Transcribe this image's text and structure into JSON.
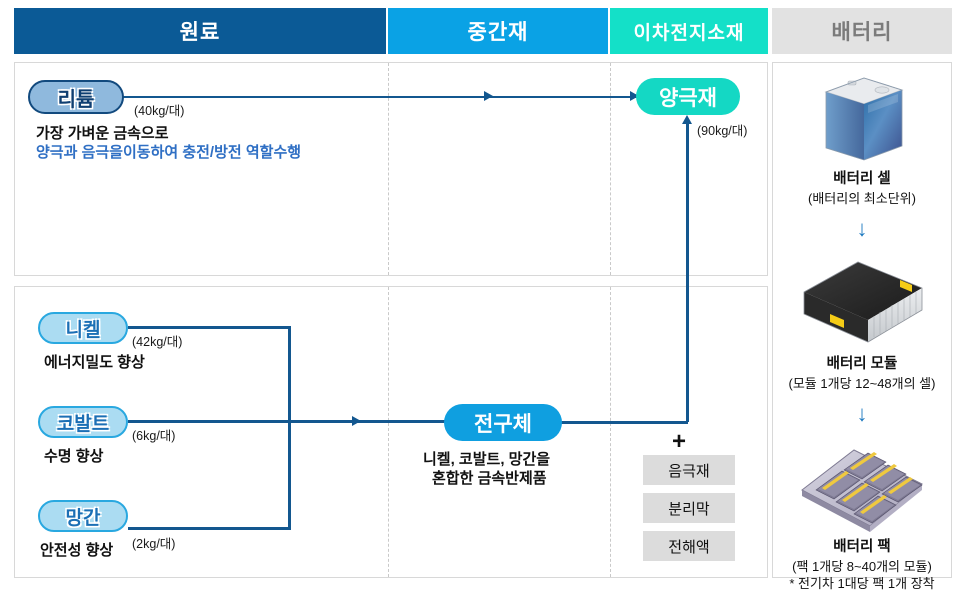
{
  "headers": [
    {
      "label": "원료",
      "color": "#0b5a96"
    },
    {
      "label": "중간재",
      "color": "#0aa2e5"
    },
    {
      "label": "이차전지소재",
      "color": "#14e0c8"
    },
    {
      "label": "배터리",
      "color": "#e2e2e2"
    }
  ],
  "raw_materials": {
    "lithium": {
      "name": "리튬",
      "qty": "(40kg/대)",
      "desc_line1": "가장 가벼운 금속으로",
      "desc_line2": "양극과 음극을이동하여 충전/방전 역할수행"
    },
    "nickel": {
      "name": "니켈",
      "qty": "(42kg/대)",
      "desc": "에너지밀도 향상"
    },
    "cobalt": {
      "name": "코발트",
      "qty": "(6kg/대)",
      "desc": "수명 향상"
    },
    "manganese": {
      "name": "망간",
      "qty": "(2kg/대)",
      "desc": "안전성 향상"
    }
  },
  "intermediate": {
    "precursor": {
      "name": "전구체",
      "desc_line1": "니켈, 코발트, 망간을",
      "desc_line2": "혼합한 금속반제품"
    }
  },
  "battery_material": {
    "cathode": {
      "name": "양극재",
      "qty": "(90kg/대)"
    },
    "plus": "+",
    "components": [
      "음극재",
      "분리막",
      "전해액"
    ]
  },
  "battery": {
    "cell": {
      "name": "배터리 셀",
      "sub": "(배터리의 최소단위)"
    },
    "module": {
      "name": "배터리 모듈",
      "sub": "(모듈 1개당 12~48개의 셀)"
    },
    "pack": {
      "name": "배터리 팩",
      "sub": "(팩 1개당 8~40개의 모듈)",
      "note": "* 전기차 1대당 팩 1개 장착"
    },
    "arrow_glyph": "↓"
  },
  "colors": {
    "header_raw": "#0b5a96",
    "header_mid": "#0aa2e5",
    "header_sec": "#14e0c8",
    "header_bat": "#e2e2e2",
    "line": "#13578f",
    "pill_lithium": "#8fb9dd",
    "pill_metal": "#abdcf2",
    "pill_cathode": "#14d8c4",
    "pill_precursor": "#0f9fe0",
    "component_box": "#dcdcdc"
  }
}
